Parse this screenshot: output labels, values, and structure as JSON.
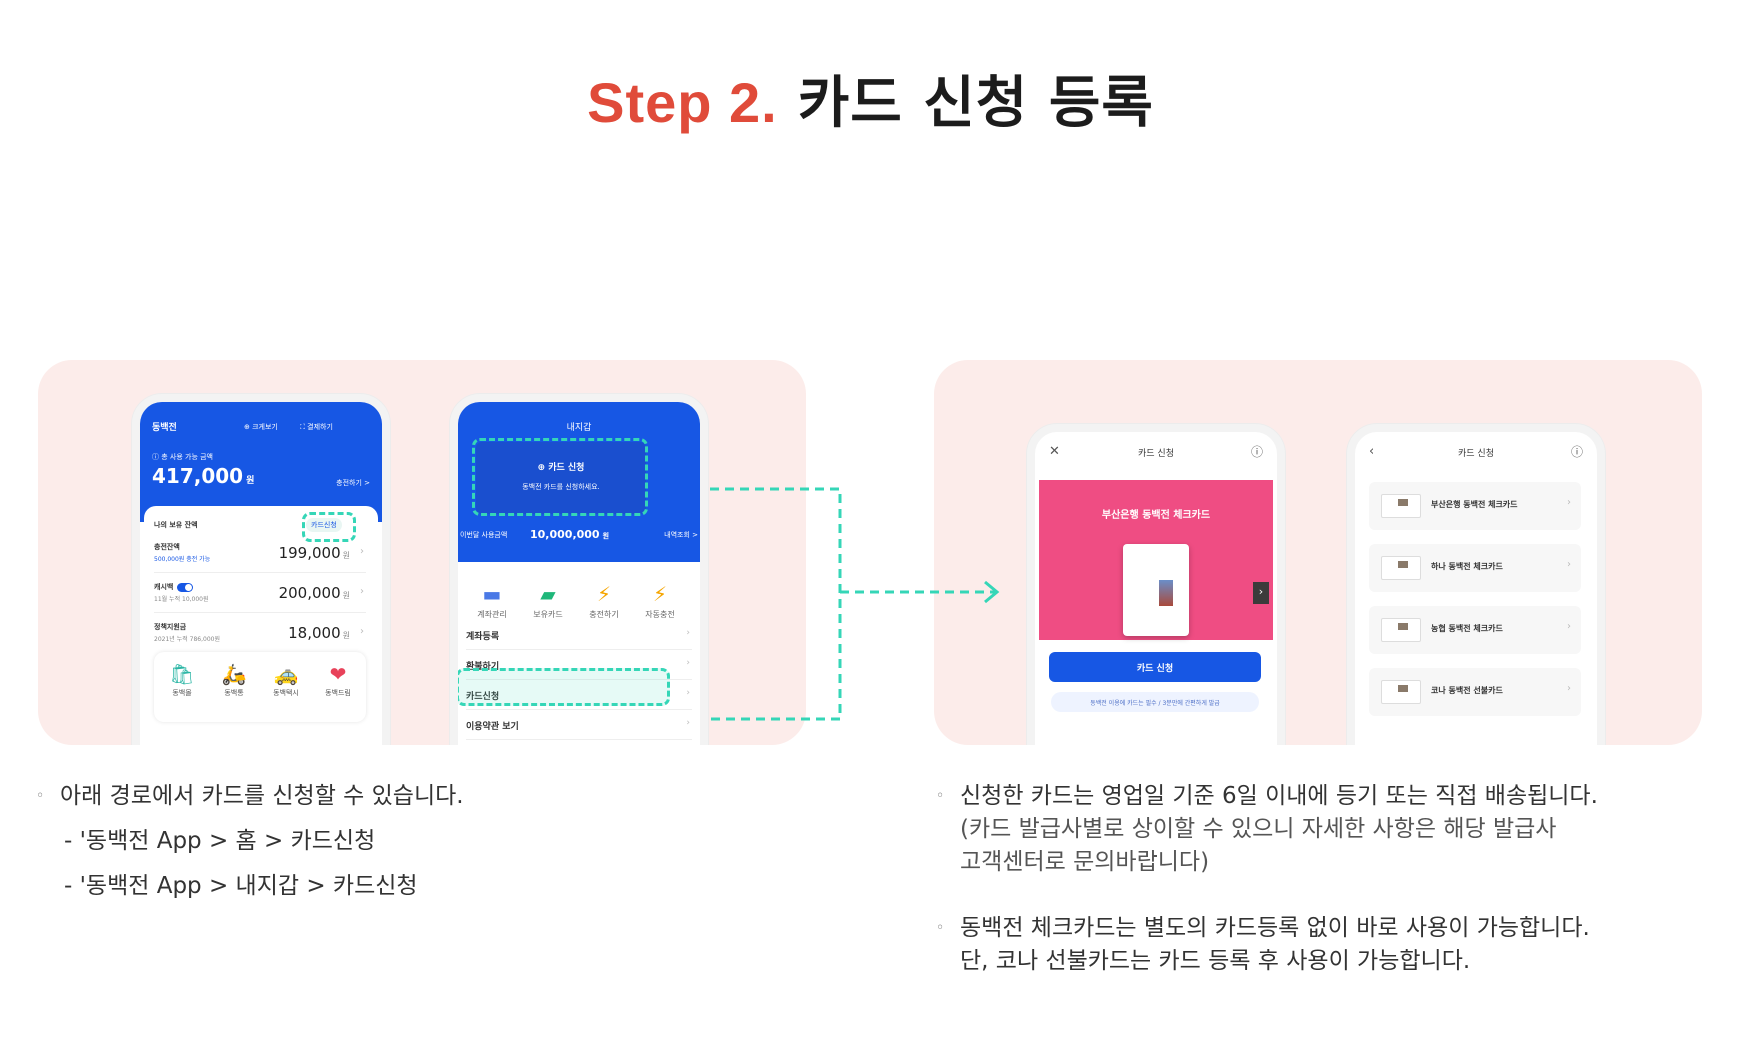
{
  "title": {
    "step": "Step 2.",
    "main": "카드 신청 등록"
  },
  "colors": {
    "accent": "#e04b3a",
    "brand_blue": "#1757e4",
    "dash": "#35d6b7",
    "panel_bg": "#fcecea",
    "card_pink": "#ef4d83"
  },
  "home": {
    "brand": "동백전",
    "actions": [
      "크게보기",
      "결제하기"
    ],
    "action_icons": [
      "zoom-icon",
      "scan-icon"
    ],
    "balance_label": "총 사용 가능 금액",
    "balance": "417,000",
    "balance_unit": "원",
    "charge": "충전하기 >",
    "section": "나의 보유 잔액",
    "card_apply_button": "카드신청",
    "rows": [
      {
        "label": "충전잔액",
        "sub": "500,000원 충전 가능",
        "amount": "199,000",
        "unit": "원"
      },
      {
        "label": "캐시백",
        "sub": "11월 누적 10,000원",
        "amount": "200,000",
        "unit": "원"
      },
      {
        "label": "정책지원금",
        "sub": "2021년 누적 786,000원",
        "amount": "18,000",
        "unit": "원"
      }
    ],
    "menu": [
      {
        "icon": "shopping-bag-icon",
        "glyph": "🛍",
        "label": "동백몰"
      },
      {
        "icon": "scooter-icon",
        "glyph": "🛵",
        "label": "동백통"
      },
      {
        "icon": "taxi-icon",
        "glyph": "🚕",
        "label": "동백택시"
      },
      {
        "icon": "heart-icon",
        "glyph": "❤",
        "label": "동백드림"
      }
    ]
  },
  "wallet": {
    "title": "내지갑",
    "apply_title": "카드 신청",
    "apply_sub": "동백전 카드를 신청하세요.",
    "monthly_label": "이번달 사용금액",
    "monthly_amount": "10,000,000",
    "monthly_unit": "원",
    "history": "내역조회 >",
    "tiles": [
      {
        "icon": "account-icon",
        "glyph": "▬",
        "label": "계좌관리"
      },
      {
        "icon": "card-icon",
        "glyph": "▰",
        "label": "보유카드"
      },
      {
        "icon": "charge-icon",
        "glyph": "⚡",
        "label": "충전하기"
      },
      {
        "icon": "auto-charge-icon",
        "glyph": "⚡",
        "label": "자동충전"
      }
    ],
    "list": [
      "계좌등록",
      "환불하기",
      "카드신청",
      "이용약관 보기"
    ]
  },
  "card_apply": {
    "header": "카드 신청",
    "banner_title": "부산은행 동백전 체크카드",
    "button": "카드 신청",
    "notice": "동백전 이용에 카드는 필수 / 3분만에 간편하게 발급"
  },
  "card_list": {
    "header": "카드 신청",
    "items": [
      "부산은행 동백전 체크카드",
      "하나 동백전 체크카드",
      "농협 동백전 체크카드",
      "코나 동백전 선불카드"
    ]
  },
  "desc_left": {
    "line1": "아래 경로에서 카드를 신청할 수 있습니다.",
    "line2": "- '동백전 App > 홈 > 카드신청",
    "line3": "- '동백전 App > 내지갑 > 카드신청"
  },
  "desc_right": {
    "p1_line1": "신청한 카드는 영업일 기준 6일 이내에 등기 또는 직접 배송됩니다.",
    "p1_line2": "(카드 발급사별로 상이할 수 있으니 자세한 사항은 해당 발급사",
    "p1_line3": "고객센터로 문의바랍니다)",
    "p2_line1": "동백전 체크카드는 별도의 카드등록 없이 바로 사용이 가능합니다.",
    "p2_line2": "단, 코나 선불카드는 카드 등록 후 사용이 가능합니다."
  }
}
